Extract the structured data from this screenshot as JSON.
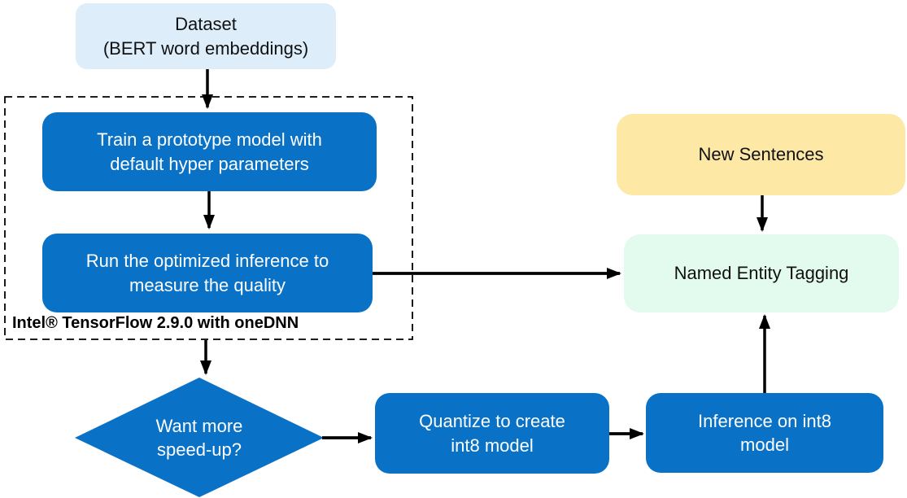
{
  "diagram_type": "flowchart",
  "colors": {
    "process_blue": "#0971c6",
    "dataset_light_blue": "#ddeefa",
    "new_sentences_yellow": "#fde8a6",
    "ner_green": "#e2fbee",
    "arrow_black": "#000000",
    "text_on_blue": "#ffffff",
    "text_dark": "#111111"
  },
  "nodes": {
    "dataset": {
      "label": "Dataset\n(BERT word embeddings)",
      "shape": "rounded-rect",
      "color": "#ddeefa"
    },
    "train": {
      "label": "Train a prototype model with\ndefault hyper parameters",
      "shape": "rounded-rect",
      "color": "#0971c6"
    },
    "run_inference": {
      "label": "Run the optimized inference to\nmeasure the quality",
      "shape": "rounded-rect",
      "color": "#0971c6"
    },
    "decision": {
      "label": "Want more\nspeed-up?",
      "shape": "diamond",
      "color": "#0971c6"
    },
    "quantize": {
      "label": "Quantize to create\nint8 model",
      "shape": "rounded-rect",
      "color": "#0971c6"
    },
    "int8_inference": {
      "label": "Inference on int8\nmodel",
      "shape": "rounded-rect",
      "color": "#0971c6"
    },
    "new_sentences": {
      "label": "New Sentences",
      "shape": "rounded-rect",
      "color": "#fde8a6"
    },
    "named_entity_tagging": {
      "label": "Named Entity Tagging",
      "shape": "rounded-rect",
      "color": "#e2fbee"
    }
  },
  "group": {
    "label": "Intel® TensorFlow 2.9.0 with oneDNN",
    "style": "dashed-border",
    "contains": [
      "train",
      "run_inference"
    ]
  },
  "edges": [
    {
      "from": "dataset",
      "to": "train"
    },
    {
      "from": "train",
      "to": "run_inference"
    },
    {
      "from": "run_inference",
      "to": "named_entity_tagging"
    },
    {
      "from": "group",
      "to": "decision"
    },
    {
      "from": "decision",
      "to": "quantize"
    },
    {
      "from": "quantize",
      "to": "int8_inference"
    },
    {
      "from": "int8_inference",
      "to": "named_entity_tagging"
    },
    {
      "from": "new_sentences",
      "to": "named_entity_tagging"
    }
  ]
}
